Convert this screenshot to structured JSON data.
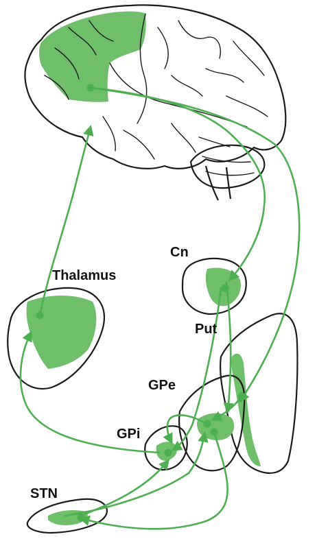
{
  "colors": {
    "pathway": "#4caf50",
    "region_fill": "#6fbf6a",
    "outline": "#1a1a1a",
    "background": "#ffffff"
  },
  "labels": {
    "cn": "Cn",
    "thalamus": "Thalamus",
    "put": "Put",
    "gpe": "GPe",
    "gpi": "GPi",
    "stn": "STN"
  }
}
